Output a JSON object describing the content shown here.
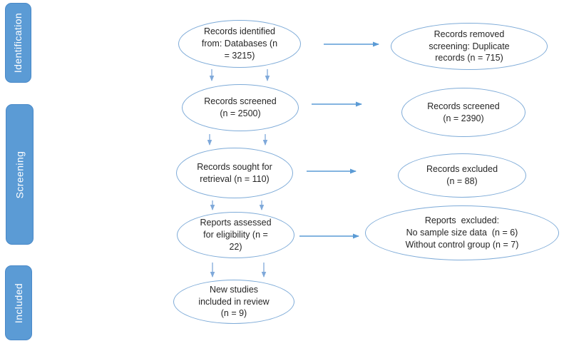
{
  "sidebar": {
    "stages": [
      {
        "label": "Identification"
      },
      {
        "label": "Screening"
      },
      {
        "label": "Included"
      }
    ]
  },
  "flow": {
    "center": [
      {
        "text": "Records identified\nfrom: Databases (n\n= 3215)"
      },
      {
        "text": "Records screened\n(n = 2500)"
      },
      {
        "text": "Records sought for\nretrieval (n = 110)"
      },
      {
        "text": "Reports assessed\nfor eligibility (n =\n22)"
      },
      {
        "text": "New studies\nincluded in review\n(n = 9)"
      }
    ],
    "right": [
      {
        "text": "Records removed\nscreening: Duplicate\nrecords (n = 715)"
      },
      {
        "text": "Records screened\n(n = 2390)"
      },
      {
        "text": "Records excluded\n(n = 88)"
      },
      {
        "text": "Reports  excluded:\nNo sample size data  (n = 6)\nWithout control group (n = 7)"
      }
    ]
  },
  "colors": {
    "sidebar_fill": "#5B9BD5",
    "sidebar_border": "#4A89C8",
    "sidebar_text": "#FFFFFF",
    "ellipse_stroke": "#7EABD8",
    "arrow_horizontal": "#5B9BD5",
    "arrow_vertical": "#7FA9DA",
    "node_text": "#262626",
    "background": "#FFFFFF"
  }
}
